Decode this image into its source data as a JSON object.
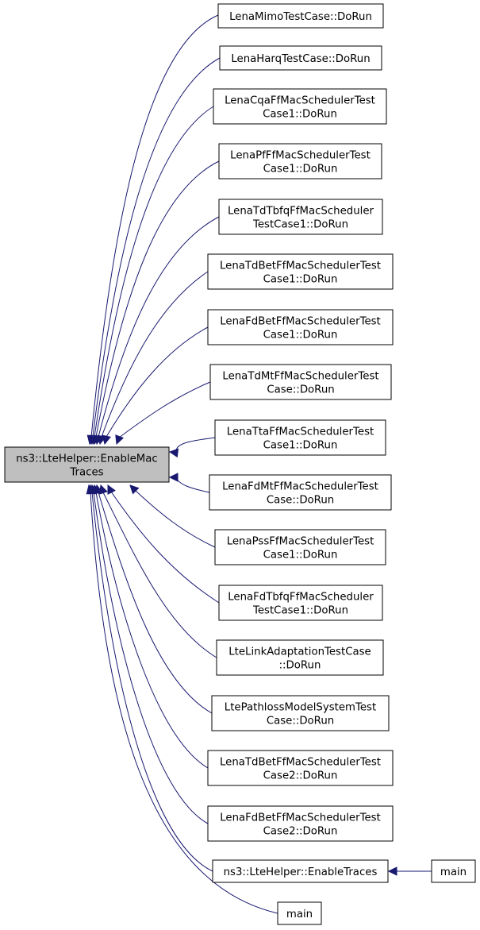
{
  "graph": {
    "focus": {
      "id": "enable-mac-traces",
      "lines": [
        "ns3::LteHelper::EnableMac",
        "Traces"
      ]
    },
    "callers": [
      {
        "id": "lena-mimo",
        "lines": [
          "LenaMimoTestCase::DoRun"
        ]
      },
      {
        "id": "lena-harq",
        "lines": [
          "LenaHarqTestCase::DoRun"
        ]
      },
      {
        "id": "lena-cqa",
        "lines": [
          "LenaCqaFfMacSchedulerTest",
          "Case1::DoRun"
        ]
      },
      {
        "id": "lena-pf",
        "lines": [
          "LenaPfFfMacSchedulerTest",
          "Case1::DoRun"
        ]
      },
      {
        "id": "lena-tdtbfq",
        "lines": [
          "LenaTdTbfqFfMacScheduler",
          "TestCase1::DoRun"
        ]
      },
      {
        "id": "lena-tdbet1",
        "lines": [
          "LenaTdBetFfMacSchedulerTest",
          "Case1::DoRun"
        ]
      },
      {
        "id": "lena-fdbet1",
        "lines": [
          "LenaFdBetFfMacSchedulerTest",
          "Case1::DoRun"
        ]
      },
      {
        "id": "lena-tdmt",
        "lines": [
          "LenaTdMtFfMacSchedulerTest",
          "Case::DoRun"
        ]
      },
      {
        "id": "lena-tta",
        "lines": [
          "LenaTtaFfMacSchedulerTest",
          "Case1::DoRun"
        ]
      },
      {
        "id": "lena-fdmt",
        "lines": [
          "LenaFdMtFfMacSchedulerTest",
          "Case::DoRun"
        ]
      },
      {
        "id": "lena-pss",
        "lines": [
          "LenaPssFfMacSchedulerTest",
          "Case1::DoRun"
        ]
      },
      {
        "id": "lena-fdtbfq",
        "lines": [
          "LenaFdTbfqFfMacScheduler",
          "TestCase1::DoRun"
        ]
      },
      {
        "id": "lte-link-adaptation",
        "lines": [
          "LteLinkAdaptationTestCase",
          "::DoRun"
        ]
      },
      {
        "id": "lte-pathloss",
        "lines": [
          "LtePathlossModelSystemTest",
          "Case::DoRun"
        ]
      },
      {
        "id": "lena-tdbet2",
        "lines": [
          "LenaTdBetFfMacSchedulerTest",
          "Case2::DoRun"
        ]
      },
      {
        "id": "lena-fdbet2",
        "lines": [
          "LenaFdBetFfMacSchedulerTest",
          "Case2::DoRun"
        ]
      },
      {
        "id": "enable-traces",
        "lines": [
          "ns3::LteHelper::EnableTraces"
        ]
      },
      {
        "id": "main-1",
        "lines": [
          "main"
        ]
      }
    ],
    "second_level": [
      {
        "id": "main-2",
        "lines": [
          "main"
        ],
        "calls": "enable-traces"
      }
    ],
    "colors": {
      "edge": "#191970",
      "focus_fill": "#bfbfbf",
      "node_fill": "#ffffff",
      "node_stroke": "#000000"
    }
  }
}
